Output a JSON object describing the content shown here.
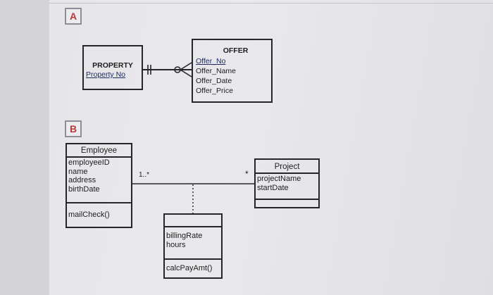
{
  "section_a": {
    "label": "A",
    "property": {
      "title": "PROPERTY",
      "key": "Property No"
    },
    "offer": {
      "title": "OFFER",
      "attributes": [
        "Offer_No",
        "Offer_Name",
        "Offer_Date",
        "Offer_Price"
      ]
    }
  },
  "section_b": {
    "label": "B",
    "employee": {
      "name": "Employee",
      "attributes": [
        "employeeID",
        "name",
        "address",
        "birthDate"
      ],
      "operations": [
        "mailCheck()"
      ]
    },
    "project": {
      "name": "Project",
      "attributes": [
        "projectName",
        "startDate"
      ],
      "operations": []
    },
    "association_class": {
      "attributes": [
        "billingRate",
        "hours"
      ],
      "operations": [
        "calcPayAmt()"
      ]
    },
    "multiplicity_employee_side": "1..*",
    "multiplicity_project_side": "*"
  }
}
